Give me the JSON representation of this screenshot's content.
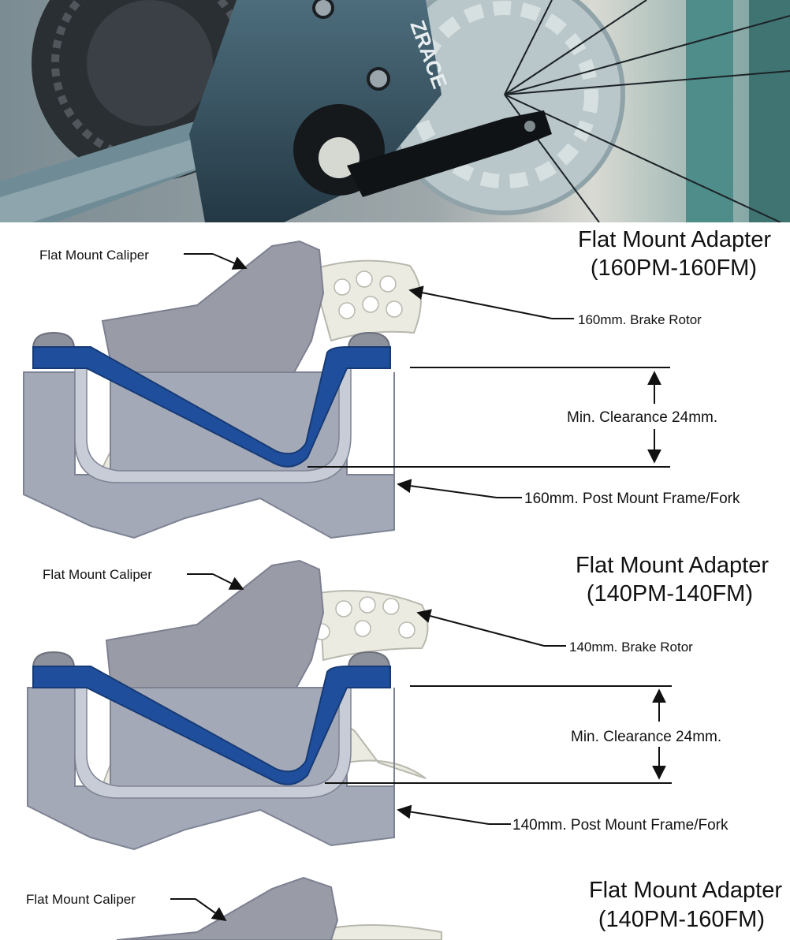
{
  "photo": {
    "brand_text": "ZRACE"
  },
  "diagrams": [
    {
      "title_line1": "Flat Mount Adapter",
      "title_line2": "(160PM-160FM)",
      "caliper_label": "Flat Mount Caliper",
      "rotor_label": "160mm. Brake Rotor",
      "clearance_label": "Min. Clearance 24mm.",
      "frame_label": "160mm. Post Mount Frame/Fork"
    },
    {
      "title_line1": "Flat Mount Adapter",
      "title_line2": "(140PM-140FM)",
      "caliper_label": "Flat Mount Caliper",
      "rotor_label": "140mm. Brake Rotor",
      "clearance_label": "Min. Clearance 24mm.",
      "frame_label": "140mm. Post Mount Frame/Fork"
    },
    {
      "title_line1": "Flat Mount Adapter",
      "title_line2": "(140PM-160FM)",
      "caliper_label": "Flat Mount Caliper"
    }
  ],
  "colors": {
    "adapter_blue": "#1f4f9c",
    "body_grey": "#a4a9b8",
    "caliper_grey": "#999ca7",
    "rotor_fill": "#ebebe2"
  }
}
